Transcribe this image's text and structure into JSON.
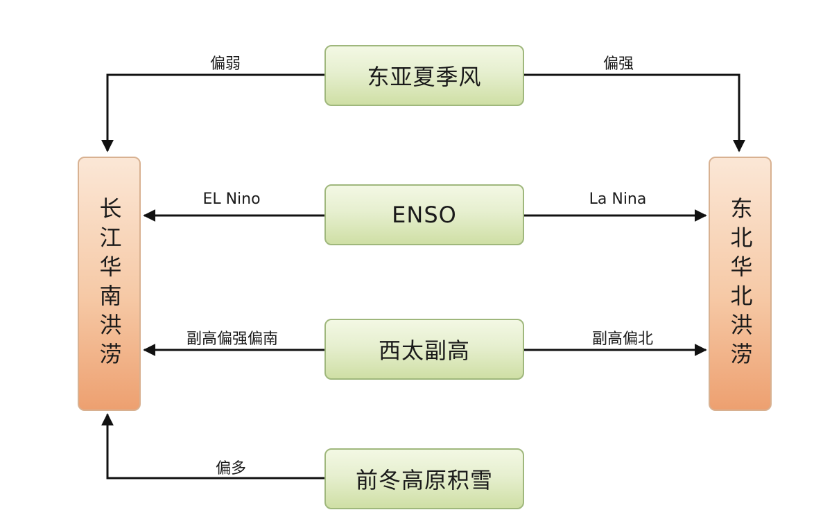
{
  "center_boxes": {
    "monsoon": "东亚夏季风",
    "enso": "ENSO",
    "subtropical_high": "西太副高",
    "snow": "前冬高原积雪"
  },
  "side_boxes": {
    "left": "长江华南洪涝",
    "right": "东北华北洪涝"
  },
  "arrow_labels": {
    "monsoon_weak": "偏弱",
    "monsoon_strong": "偏强",
    "el_nino": "EL Nino",
    "la_nina": "La Nina",
    "high_south": "副高偏强偏南",
    "high_north": "副高偏北",
    "snow_more": "偏多"
  },
  "colors": {
    "center_box_fill": "#e6efcf",
    "center_box_border": "#9fb77c",
    "side_box_fill": "#f6c9a6",
    "side_box_border": "#d8b191",
    "arrow": "#111111"
  }
}
